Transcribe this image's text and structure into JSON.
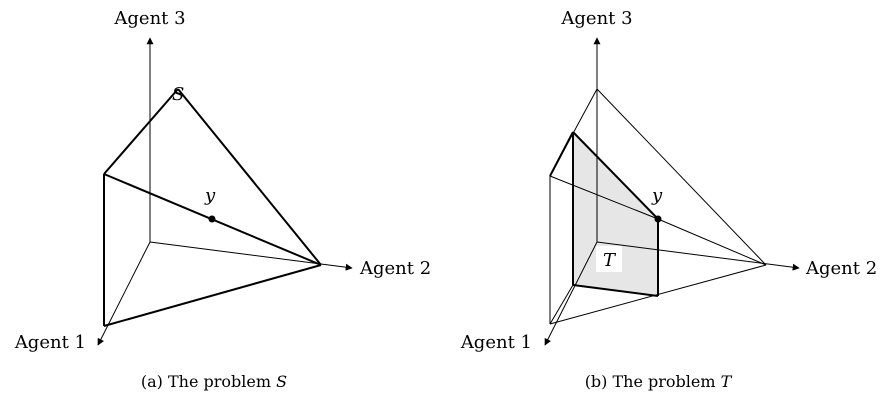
{
  "panels": [
    {
      "axis_labels": [
        "Agent 1",
        "Agent 2",
        "Agent 3"
      ],
      "set_label": "S",
      "point_label": "y",
      "caption_prefix": "(a) The problem ",
      "caption_symbol": "S"
    },
    {
      "axis_labels": [
        "Agent 1",
        "Agent 2",
        "Agent 3"
      ],
      "set_label": "T",
      "point_label": "y",
      "caption_prefix": "(b) The problem ",
      "caption_symbol": "T"
    }
  ]
}
